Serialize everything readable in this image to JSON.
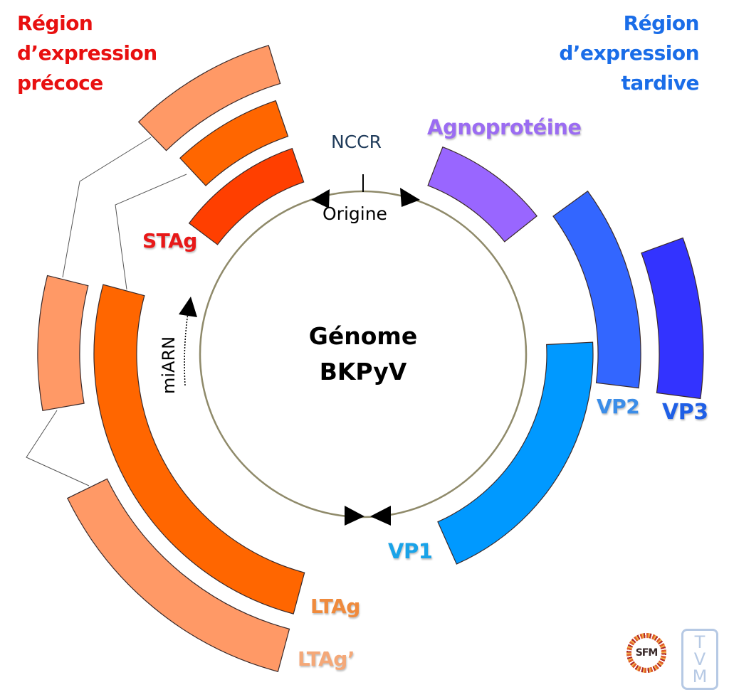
{
  "titles": {
    "early_region": [
      "Région",
      "d’expression",
      "précoce"
    ],
    "late_region": [
      "Région",
      "d’expression",
      "tardive"
    ]
  },
  "genome": {
    "title_lines": [
      "Génome",
      "BKPyV"
    ],
    "nccr_label": "NCCR",
    "origin_label": "Origine",
    "mirna_label": "miARN"
  },
  "genes": {
    "stag": {
      "label": "STAg",
      "fill": "#ff3f00",
      "label_color": "#e81818"
    },
    "ltag": {
      "label": "LTAg",
      "fill": "#ff6600",
      "label_color": "#ef8a3c"
    },
    "ltag_prime": {
      "label": "LTAg’",
      "fill": "#ff9966",
      "label_color": "#f4a878"
    },
    "agno": {
      "label": "Agnoprotéine",
      "fill": "#9966ff",
      "label_color": "#9b6cf2"
    },
    "vp1": {
      "label": "VP1",
      "fill": "#0099ff",
      "label_color": "#1aa3e8"
    },
    "vp2": {
      "label": "VP2",
      "fill": "#3366ff",
      "label_color": "#3b8de8"
    },
    "vp3": {
      "label": "VP3",
      "fill": "#3333ff",
      "label_color": "#1f5fe6"
    }
  },
  "colors": {
    "early_title": "#e81010",
    "late_title": "#1a6de8",
    "genome_circle": "#8f8a6a",
    "arc_outline": "#3a2a2a"
  },
  "logos": {
    "sfm": "SFM",
    "tvm": [
      "T",
      "V",
      "M"
    ]
  }
}
